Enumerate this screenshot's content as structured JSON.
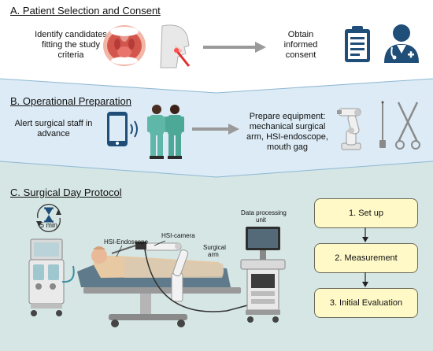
{
  "colors": {
    "section_a_bg": "#ffffff",
    "section_b_bg": "#dcebf5",
    "section_c_bg": "#d5e6e4",
    "step_box_bg": "#fff9c8",
    "icon_navy": "#1f4e79",
    "arrow_gray": "#9a9a9a",
    "scrub_green": "#5fb8a7"
  },
  "section_a": {
    "title": "A. Patient Selection and Consent",
    "identify_text": "Identify candidates fitting the study criteria",
    "consent_text": "Obtain informed consent",
    "icons": [
      "mouth-throat-icon",
      "head-profile-laser-icon",
      "clipboard-icon",
      "doctor-icon"
    ]
  },
  "section_b": {
    "title": "B. Operational Preparation",
    "alert_text": "Alert surgical staff in advance",
    "prepare_text": "Prepare equipment: mechanical surgical arm, HSI-endoscope, mouth gag",
    "icons": [
      "smartphone-icon",
      "surgical-staff-icon",
      "robotic-arm-icon",
      "endoscope-icon",
      "mouth-gag-icon"
    ]
  },
  "section_c": {
    "title": "C. Surgical Day Protocol",
    "timer_label": "5 min",
    "labels": {
      "endoscope": "HSI-Endoscope",
      "camera": "HSI-camera",
      "surgical_arm_line1": "Surgical",
      "surgical_arm_line2": "arm",
      "data_unit_line1": "Data processing",
      "data_unit_line2": "unit"
    },
    "steps": [
      "1. Set up",
      "2. Measurement",
      "3. Initial Evaluation"
    ]
  }
}
